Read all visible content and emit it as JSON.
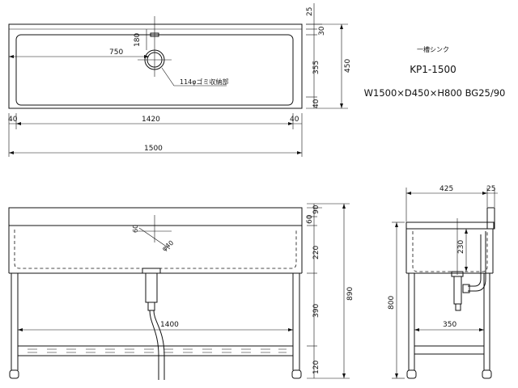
{
  "title_block": {
    "name": "一槽シンク",
    "model": "KP1-1500",
    "spec": "W1500×D450×H800 BG25/90"
  },
  "plan_view": {
    "width_total": "1500",
    "inner_width": "1420",
    "left_margin": "40",
    "right_margin": "40",
    "drain_offset_x": "750",
    "drain_offset_y": "180",
    "depth_total": "450",
    "back_guard": "25",
    "top_band": "30",
    "bowl_depth": "355",
    "front_margin": "40",
    "drain_label": "114φゴミ収納部"
  },
  "front_view": {
    "dim_60": "60",
    "dim_90": "90",
    "dim_220": "220",
    "dim_390": "390",
    "dim_120": "120",
    "height_total": "890",
    "shelf_width": "1400",
    "drain_dia": "φ40",
    "dim_60b": "60"
  },
  "side_view": {
    "depth": "425",
    "back_guard": "25",
    "bowl_depth": "230",
    "height": "800",
    "shelf_depth": "350"
  }
}
